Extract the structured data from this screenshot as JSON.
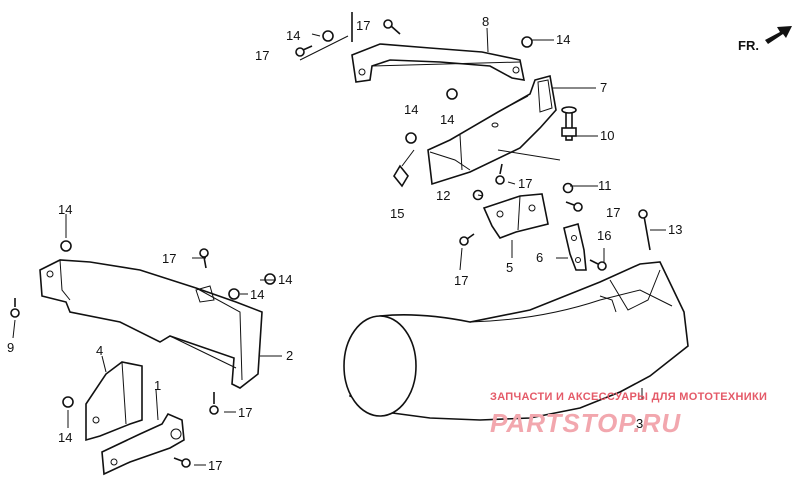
{
  "direction": {
    "label": "FR.",
    "icon": "front-arrow-icon"
  },
  "callouts": {
    "c1": "1",
    "c2": "2",
    "c3": "3",
    "c4": "4",
    "c5": "5",
    "c6": "6",
    "c7": "7",
    "c8": "8",
    "c9": "9",
    "c10": "10",
    "c11": "11",
    "c12": "12",
    "c13": "13",
    "c14": "14",
    "c15": "15",
    "c16": "16",
    "c17": "17"
  },
  "watermark": {
    "caption": "ЗАПЧАСТИ И АКСЕССУАРЫ ДЛЯ МОТОТЕХНИКИ",
    "brand": "PARTSTOP.RU"
  },
  "colors": {
    "line": "#111111",
    "watermark": "#e45a68",
    "watermark_light": "#f2a7ae"
  }
}
